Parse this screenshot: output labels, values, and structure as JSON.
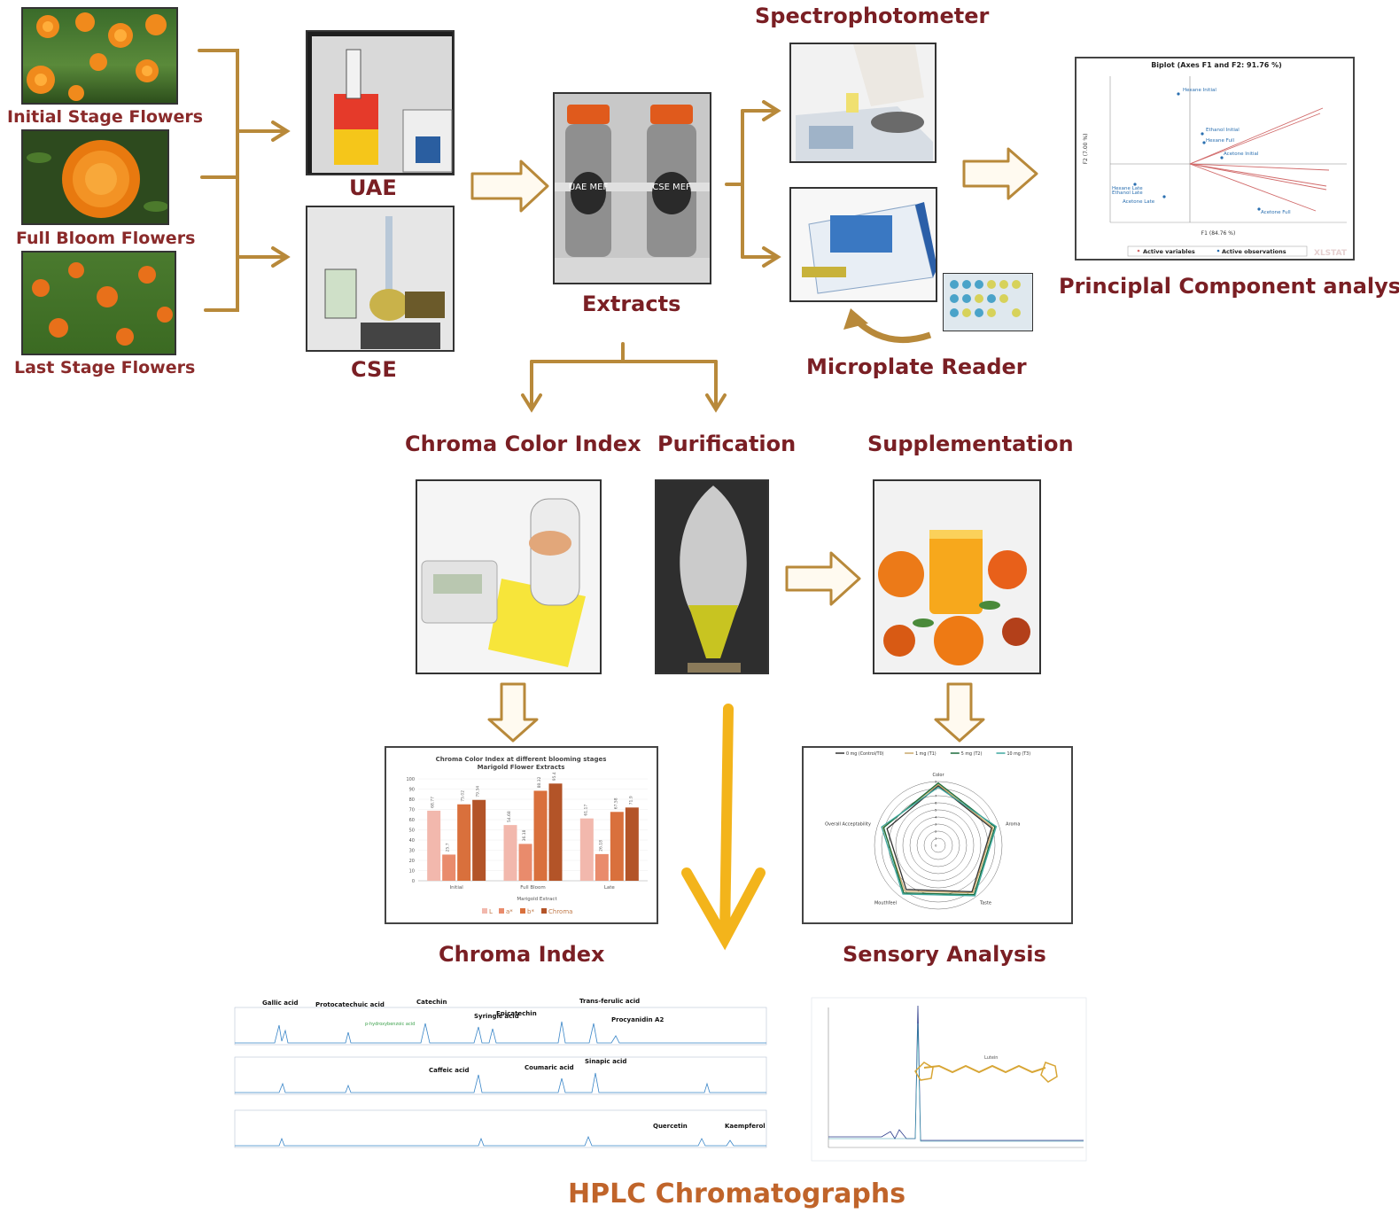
{
  "labels": {
    "initial_stage": "Initial Stage Flowers",
    "full_bloom": "Full Bloom Flowers",
    "last_stage": "Last Stage Flowers",
    "uae": "UAE",
    "cse": "CSE",
    "extracts": "Extracts",
    "spectrophotometer": "Spectrophotometer",
    "microplate_reader": "Microplate Reader",
    "pca": "Principlal Component analysis",
    "chroma_color_index": "Chroma Color Index",
    "purification": "Purification",
    "supplementation": "Supplementation",
    "chroma_index": "Chroma Index",
    "sensory_analysis": "Sensory Analysis",
    "hplc": "HPLC Chromatographs"
  },
  "jar_labels": {
    "left": "UAE MEF",
    "right": "CSE MEF"
  },
  "biplot": {
    "title": "Biplot (Axes F1 and F2: 91.76 %)",
    "xlabel": "F1 (84.76 %)",
    "ylabel": "F2 (7.00 %)",
    "legend_variables": "Active variables",
    "legend_observations": "Active observations",
    "watermark": "XLSTAT",
    "observations": [
      "Hexane Initial",
      "Ethanol Initial",
      "Hexane Full",
      "Acetone Initial",
      "Hexane Late",
      "Ethanol Late",
      "Acetone Late",
      "Acetone Full"
    ]
  },
  "chart_data": [
    {
      "type": "bar",
      "title": "Chroma Color Index at different blooming stages",
      "subtitle": "Marigold Flower Extracts",
      "xlabel": "Marigold Extract",
      "categories": [
        "Initial",
        "Full Bloom",
        "Late"
      ],
      "ylim": [
        0,
        100
      ],
      "yticks": [
        0,
        10,
        20,
        30,
        40,
        50,
        60,
        70,
        80,
        90,
        100
      ],
      "series": [
        {
          "name": "L",
          "color": "#f2b8ad",
          "values": [
            68.77,
            54.68,
            61.17
          ]
        },
        {
          "name": "a*",
          "color": "#e98b6c",
          "values": [
            25.7,
            36.18,
            26.18
          ]
        },
        {
          "name": "b*",
          "color": "#d9703c",
          "values": [
            75.02,
            88.32,
            67.58
          ]
        },
        {
          "name": "Chroma",
          "color": "#b35428",
          "values": [
            79.34,
            95.4,
            71.9
          ]
        }
      ]
    },
    {
      "type": "radar",
      "axes": [
        "Color",
        "Aroma",
        "Taste",
        "Mouthfeel",
        "Overall Acceptability"
      ],
      "rlim": [
        0,
        9
      ],
      "series": [
        {
          "name": "0 mg (Control/T0)",
          "color": "#333333",
          "values": [
            8.4,
            7.9,
            8.1,
            7.7,
            7.6
          ]
        },
        {
          "name": "1 mg (T1)",
          "color": "#c9a86a",
          "values": [
            8.6,
            8.1,
            8.3,
            8.0,
            8.2
          ]
        },
        {
          "name": "5 mg (T2)",
          "color": "#1a6b3a",
          "values": [
            8.8,
            8.4,
            8.6,
            8.3,
            8.1
          ]
        },
        {
          "name": "10 mg (T3)",
          "color": "#3fa8a0",
          "values": [
            8.2,
            8.6,
            8.8,
            8.5,
            8.4
          ]
        }
      ]
    }
  ],
  "hplc_peaks": {
    "panel1": [
      "Gallic acid",
      "Protocatechuic acid",
      "Catechin",
      "Syringic acid",
      "Epicatechin",
      "Trans-ferulic acid",
      "Procyanidin A2",
      "p-hydroxybenzoic acid"
    ],
    "panel2": [
      "Caffeic acid",
      "Coumaric acid",
      "Sinapic acid"
    ],
    "panel3": [
      "Quercetin",
      "Kaempferol"
    ]
  },
  "carotene_label": "Lutein"
}
